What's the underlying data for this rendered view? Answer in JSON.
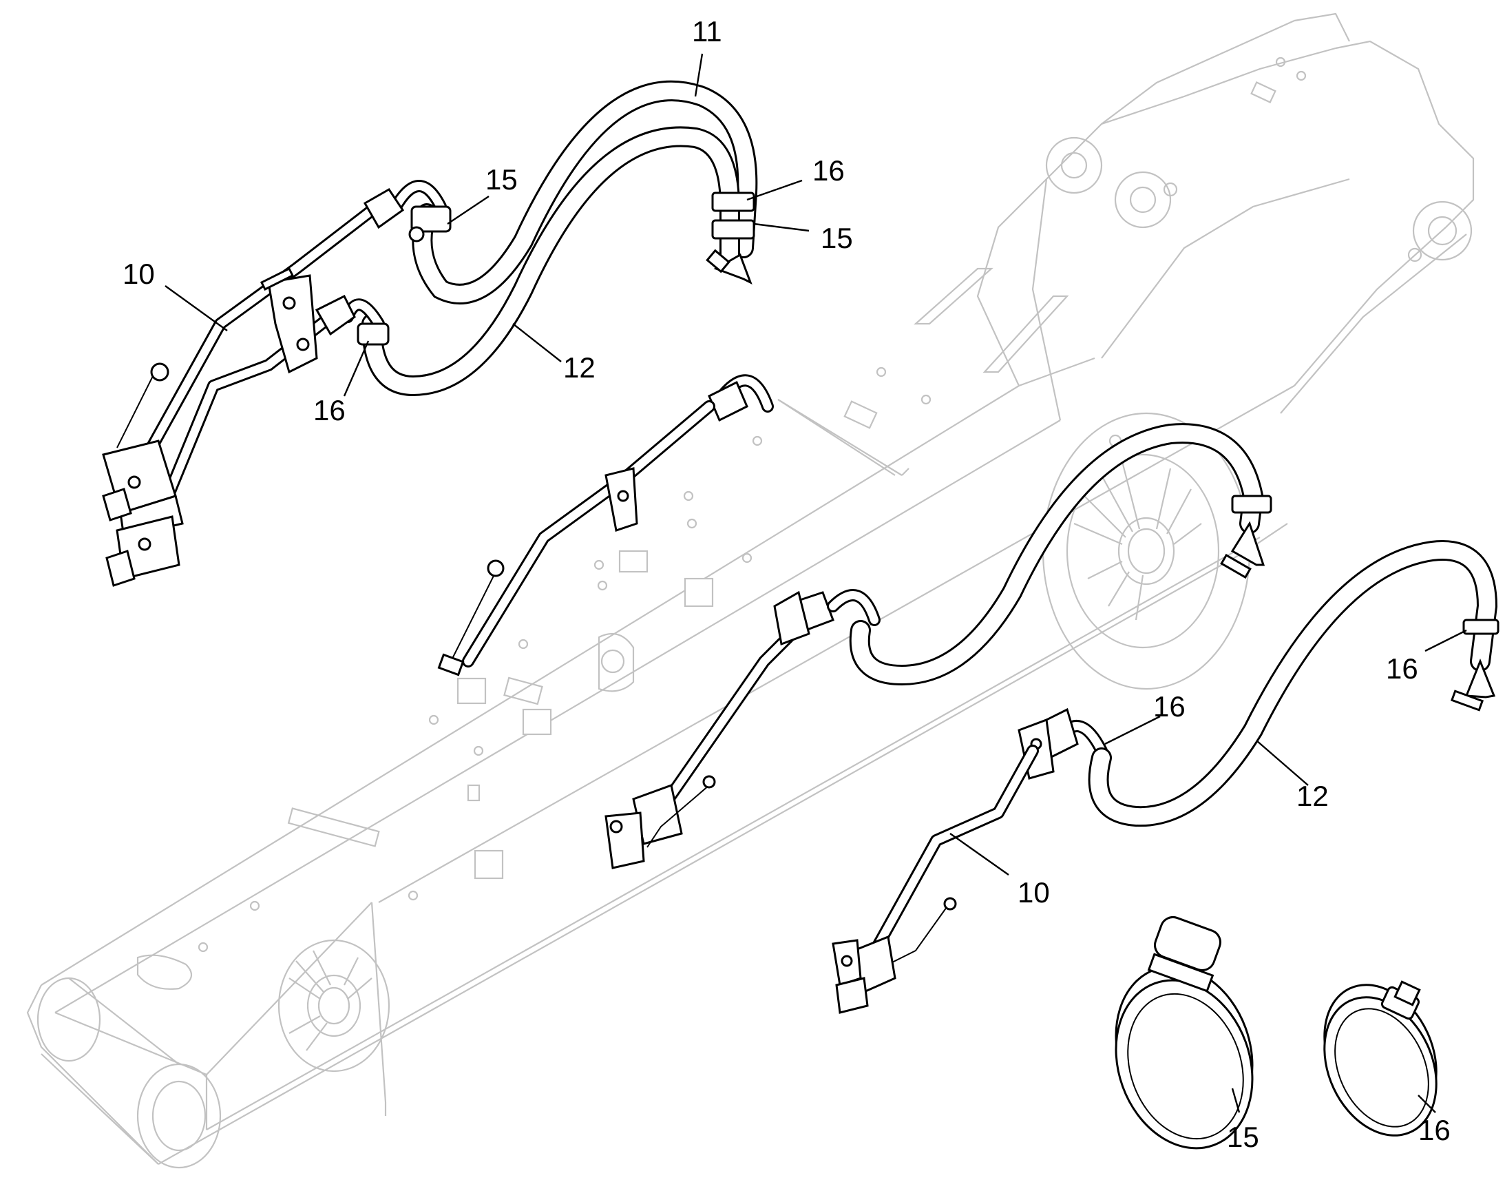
{
  "callouts": {
    "c1": "11",
    "c2": "15",
    "c3": "16",
    "c4": "15",
    "c5": "10",
    "c6": "12",
    "c7": "16",
    "c8": "16",
    "c9": "16",
    "c10": "12",
    "c11": "10",
    "c12": "15",
    "c13": "16"
  }
}
